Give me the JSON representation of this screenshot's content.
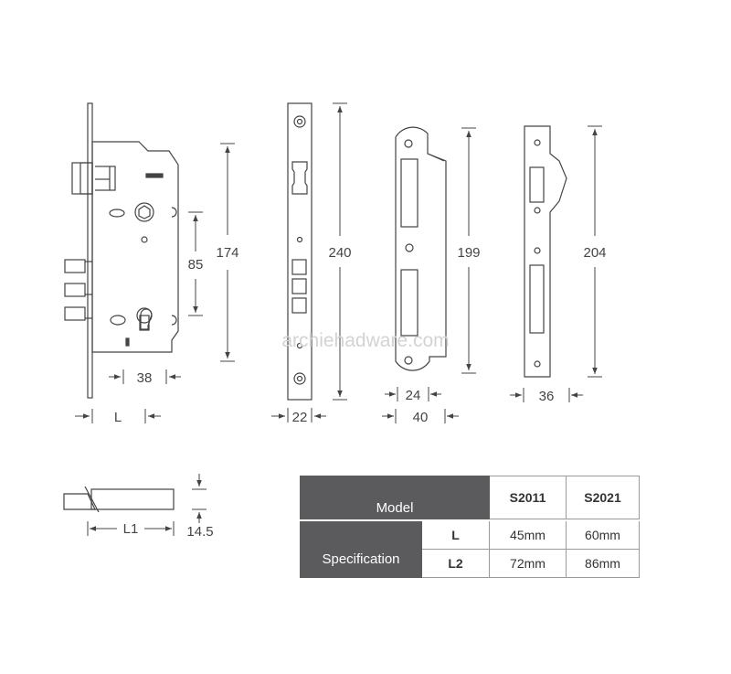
{
  "dimensions": {
    "lock_body_width": "38",
    "lock_backset": "L",
    "lock_center_distance": "85",
    "lock_height": "174",
    "faceplate_width": "22",
    "faceplate_height": "240",
    "strike_inner_width": "24",
    "strike_outer_width": "40",
    "strike_height": "199",
    "strike2_width": "36",
    "strike2_height": "204",
    "bolt_length": "L1",
    "bolt_thickness": "14.5"
  },
  "watermark": "archiehadware.com",
  "spec_table": {
    "model_header": "Model",
    "spec_header": "Specification",
    "models": [
      "S2011",
      "S2021"
    ],
    "rows": [
      {
        "label": "L",
        "values": [
          "45mm",
          "60mm"
        ]
      },
      {
        "label": "L2",
        "values": [
          "72mm",
          "86mm"
        ]
      }
    ]
  }
}
